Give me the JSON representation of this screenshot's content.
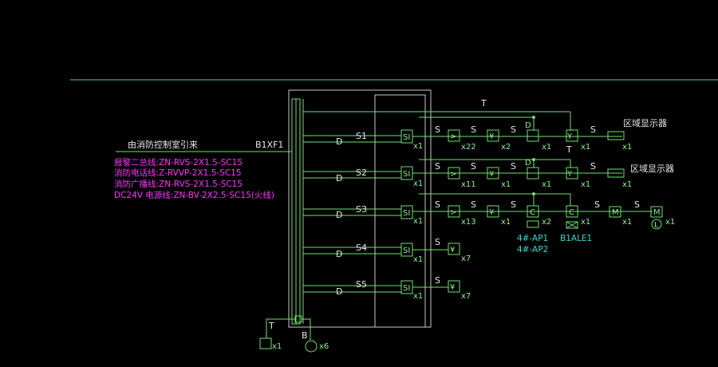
{
  "feed": {
    "source_label": "由消防控制室引来",
    "panel_label": "B1XF1",
    "cables": [
      "报警二总线:ZN-RVS-2X1.5-SC15",
      "消防电话线:Z-RVVP-2X1.5-SC15",
      "消防广播线:ZN-RVS-2X1.5-SC15",
      "DC24V 电源线:ZN-BV-2X2.5-SC15(火线)"
    ]
  },
  "trunk_labels": {
    "top": "T",
    "bus": "D",
    "seg": "S"
  },
  "circuits": [
    {
      "name": "S1",
      "x": "x1",
      "devices": [
        "x22",
        "x2",
        "x1",
        "x1",
        "x1"
      ],
      "panel": "区域显示器"
    },
    {
      "name": "S2",
      "x": "x1",
      "devices": [
        "x11",
        "x1",
        "x1",
        "x1",
        "x1"
      ],
      "panel": "区域显示器"
    },
    {
      "name": "S3",
      "x": "x1",
      "devices": [
        "x13",
        "x1",
        "x2",
        "x1",
        "x1",
        "x1"
      ],
      "refs": [
        "4#-AP1",
        "4#-AP2",
        "B1ALE1"
      ]
    },
    {
      "name": "S4",
      "x": "x1",
      "devices": [
        "x7"
      ]
    },
    {
      "name": "S5",
      "x": "x1",
      "devices": [
        "x7"
      ]
    }
  ],
  "bottom": {
    "phone_label": "T",
    "phone_count": "x1",
    "bcast_label": "B",
    "bcast_count": "x6"
  }
}
